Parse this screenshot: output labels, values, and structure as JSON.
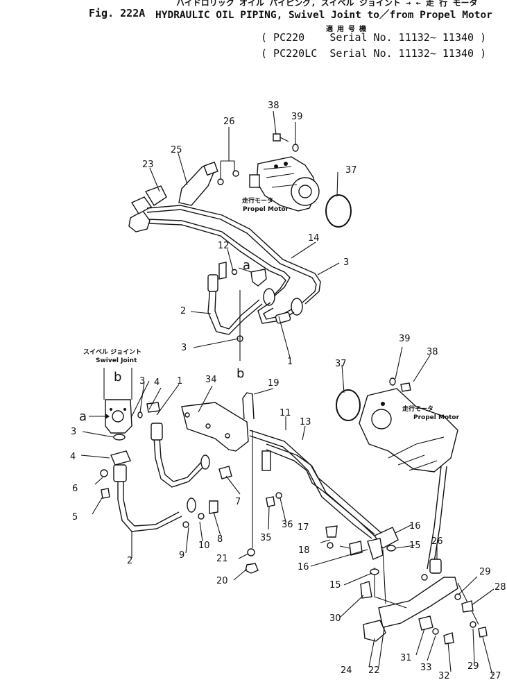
{
  "header": {
    "jp_line": "ハイドロリック オイル パイピング, スイベル ジョイント → ← 走 行 モータ",
    "fig_number": "Fig. 222A",
    "title": "HYDRAULIC OIL PIPING, Swivel Joint to／from Propel Motor",
    "applicable_label": "適 用 号 機",
    "serial_lines": [
      "( PC220    Serial No. 11132~ 11340 )",
      "( PC220LC  Serial No. 11132~ 11340 )"
    ]
  },
  "labels": {
    "propel_motor_jp": "走行モータ",
    "propel_motor_en": "Propel Motor",
    "swivel_joint_jp": "スイベル ジョイント",
    "swivel_joint_en": "Swivel Joint",
    "ref_a": "a",
    "ref_b": "b"
  },
  "callouts": [
    "38",
    "39",
    "26",
    "37",
    "25",
    "23",
    "14",
    "3",
    "12",
    "2",
    "3",
    "1",
    "39",
    "38",
    "37",
    "3",
    "4",
    "1",
    "34",
    "19",
    "11",
    "13",
    "3",
    "4",
    "6",
    "5",
    "7",
    "36",
    "35",
    "9",
    "10",
    "8",
    "2",
    "16",
    "17",
    "18",
    "16",
    "15",
    "21",
    "20",
    "26",
    "15",
    "29",
    "28",
    "30",
    "24",
    "22",
    "31",
    "33",
    "32",
    "29",
    "27"
  ]
}
